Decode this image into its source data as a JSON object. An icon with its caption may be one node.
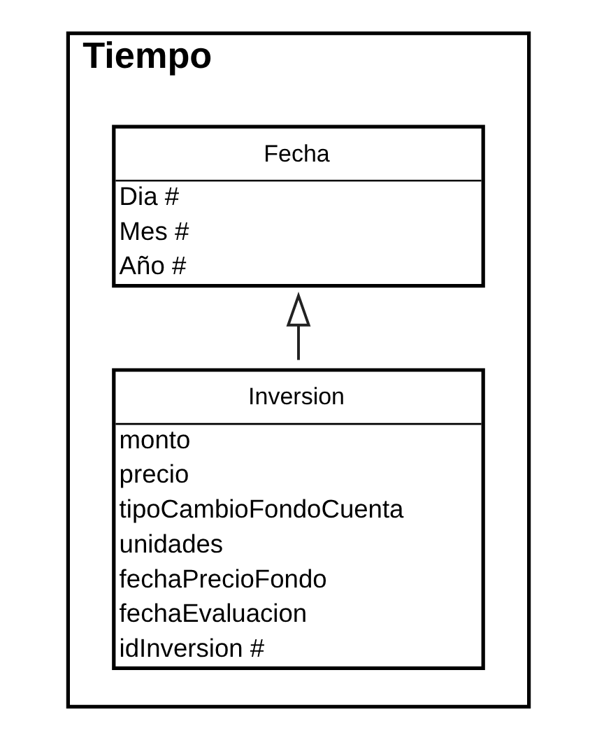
{
  "diagram": {
    "nodes": [
      {
        "text": [
          "Tiempo"
        ]
      },
      {
        "text": [
          "Fecha",
          "Dia #",
          "Mes #",
          "Año #"
        ],
        "in": 0
      },
      {
        "text": [
          "Inversion",
          "monto",
          "precio",
          "tipoCambioFondoCuenta",
          "unidades",
          "fechaPrecioFondo",
          "fechaEvaluacion",
          "idInversion #"
        ],
        "in": 0
      }
    ],
    "edges": [
      {
        "from": 2,
        "to": 1,
        "arrow": "to"
      }
    ]
  }
}
